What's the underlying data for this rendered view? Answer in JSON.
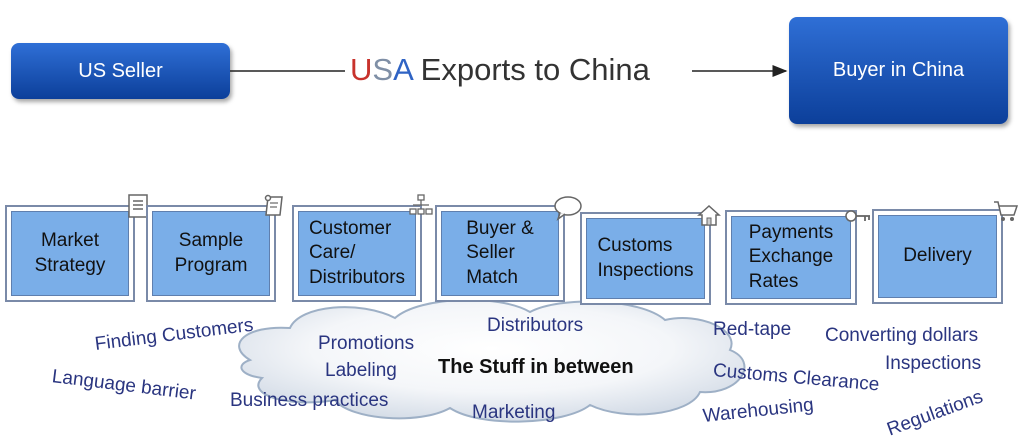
{
  "top": {
    "seller_label": "US Seller",
    "buyer_label": "Buyer in China",
    "title_u": "U",
    "title_s": "S",
    "title_a": "A",
    "title_rest": " Exports to China"
  },
  "steps": [
    {
      "label": "Market\nStrategy",
      "icon": "document-icon"
    },
    {
      "label": "Sample\nProgram",
      "icon": "scroll-icon"
    },
    {
      "label": "Customer\nCare/\nDistributors",
      "icon": "org-chart-icon"
    },
    {
      "label": "Buyer &\nSeller\nMatch",
      "icon": "speech-bubble-icon"
    },
    {
      "label": "Customs\nInspections",
      "icon": "house-icon"
    },
    {
      "label": "Payments\nExchange\nRates",
      "icon": "key-icon"
    },
    {
      "label": "Delivery",
      "icon": "shopping-cart-icon"
    }
  ],
  "cloud": {
    "center_text": "The Stuff in between",
    "words": {
      "finding_customers": "Finding Customers",
      "language_barrier": "Language barrier",
      "promotions": "Promotions",
      "labeling": "Labeling",
      "business_practices": "Business practices",
      "distributors": "Distributors",
      "marketing": "Marketing",
      "red_tape": "Red-tape",
      "customs_clearance": "Customs Clearance",
      "warehousing": "Warehousing",
      "converting_dollars": "Converting dollars",
      "inspections": "Inspections",
      "regulations": "Regulations"
    }
  },
  "colors": {
    "box_top": "#2f6fd6",
    "box_bottom": "#0c3f9a",
    "step_fill": "#7aaee8",
    "word_color": "#2a3580",
    "title_u": "#c8322c",
    "title_s": "#7f8fa6",
    "title_a": "#2f63c4"
  }
}
